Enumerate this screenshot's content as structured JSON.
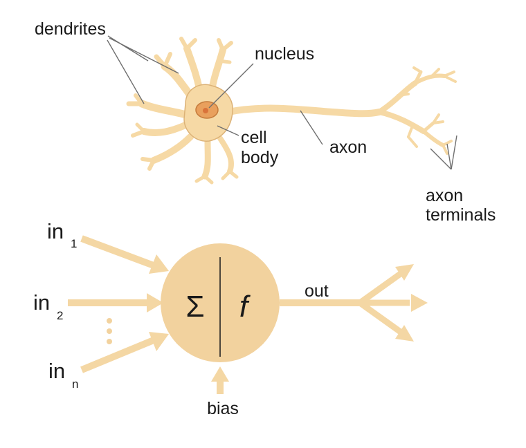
{
  "neuron": {
    "labels": {
      "dendrites": "dendrites",
      "nucleus": "nucleus",
      "cell_body_line1": "cell",
      "cell_body_line2": "body",
      "axon": "axon",
      "axon_terminals_line1": "axon",
      "axon_terminals_line2": "terminals"
    }
  },
  "perceptron": {
    "inputs": [
      {
        "base": "in",
        "sub": "1"
      },
      {
        "base": "in",
        "sub": "2"
      },
      {
        "base": "in",
        "sub": "n"
      }
    ],
    "ellipsis": "⋮",
    "sum_symbol": "Σ",
    "activation_symbol": "f",
    "output_label": "out",
    "bias_label": "bias"
  },
  "colors": {
    "neuron_fill": "#f6d9a5",
    "neuron_outline": "#dcb277",
    "nucleus_fill": "#e9a05d",
    "nucleus_core": "#d9733a",
    "perceptron_circle": "#f2d29e",
    "perceptron_arrow": "#f4d7a4",
    "text": "#1a1a1a"
  }
}
